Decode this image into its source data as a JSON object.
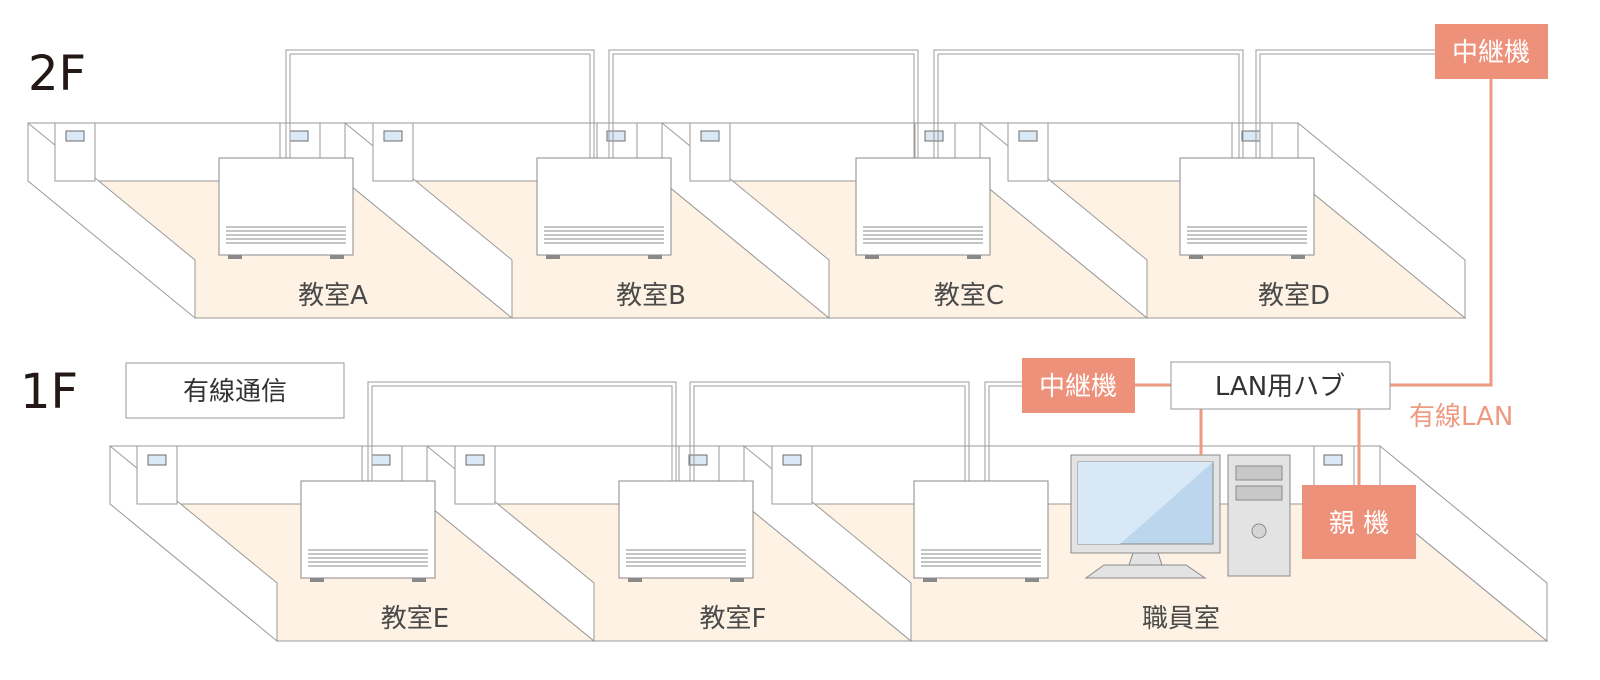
{
  "floors": {
    "upper": "2F",
    "lower": "1F"
  },
  "rooms_2f": [
    "教室A",
    "教室B",
    "教室C",
    "教室D"
  ],
  "rooms_1f": [
    "教室E",
    "教室F",
    "職員室"
  ],
  "legend": {
    "wired_comm": "有線通信"
  },
  "devices": {
    "repeater_2f": "中継機",
    "repeater_1f": "中継機",
    "hub": "LAN用ハブ",
    "base_unit": "親 機",
    "wired_lan": "有線LAN"
  },
  "colors": {
    "accent": "#ee917a",
    "floor_tint": "#fdf2e3",
    "wired_line": "#ee9a80",
    "line_gray": "#9a9a9a"
  }
}
